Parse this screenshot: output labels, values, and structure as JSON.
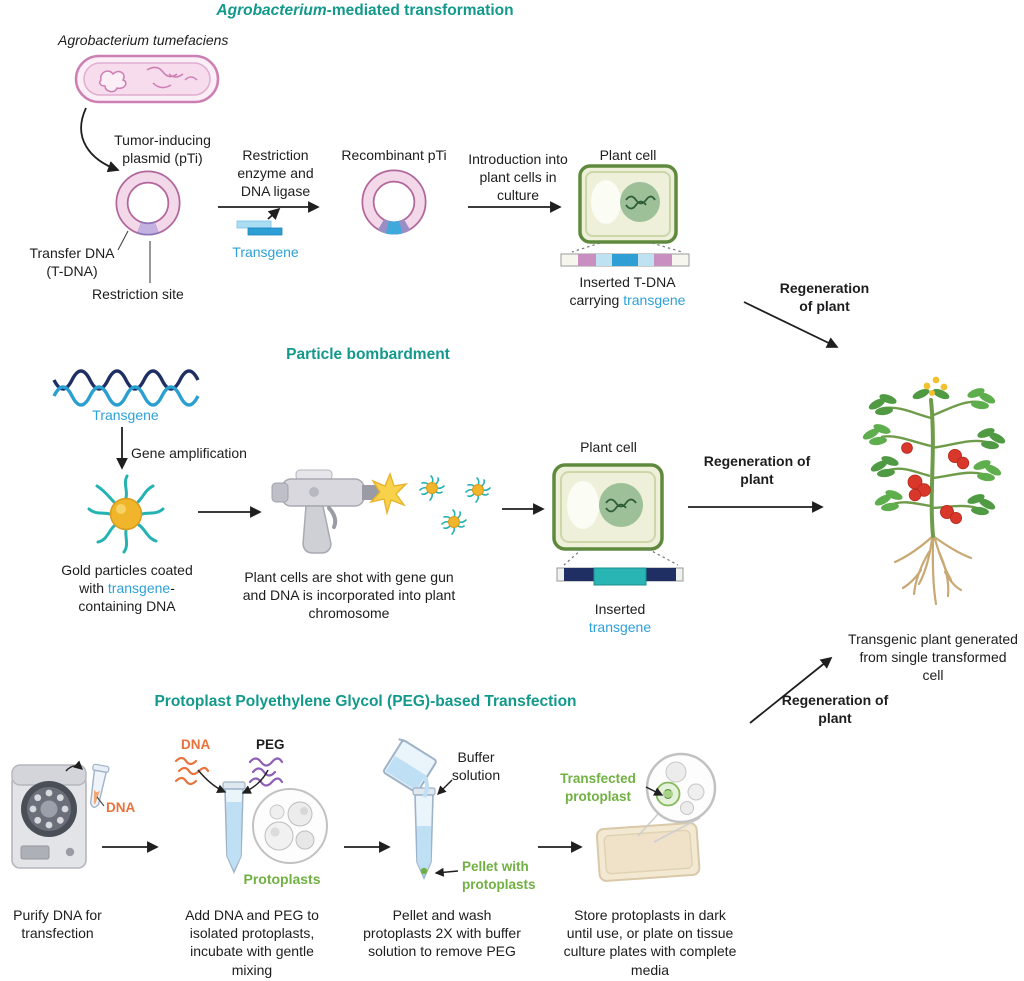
{
  "colors": {
    "heading_teal": "#13998c",
    "transgene_blue": "#2da0d8",
    "dna_orange": "#e8733c",
    "protoplast_green": "#71b043",
    "plasmid_pink": "#c976ab",
    "cell_border_green": "#5f8a3d",
    "gold": "#f0b52b",
    "navy": "#1f2f63",
    "teal_particle": "#25b2b2"
  },
  "s1": {
    "title_italic": "Agrobacterium",
    "title_rest": "-mediated transformation",
    "bacterium_label": "Agrobacterium tumefaciens",
    "plasmid_label": "Tumor-inducing plasmid (pTi)",
    "tdna_label": "Transfer DNA (T-DNA)",
    "restriction_label": "Restriction site",
    "step1_label": "Restriction enzyme and DNA ligase",
    "transgene_label": "Transgene",
    "recombinant_label": "Recombinant pTi",
    "step2_label": "Introduction into plant cells in culture",
    "plant_cell_label": "Plant cell",
    "inserted_line1": "Inserted T-DNA",
    "inserted_line2_prefix": "carrying ",
    "inserted_line2_transgene": "transgene",
    "regeneration_label": "Regeneration of plant"
  },
  "s2": {
    "title": "Particle bombardment",
    "transgene_label": "Transgene",
    "amplification_label": "Gene amplification",
    "gold_line1": "Gold particles coated",
    "gold_line2_prefix": "with ",
    "gold_line2_transgene": "transgene",
    "gold_line2_suffix": "-",
    "gold_line3": "containing DNA",
    "gun_caption": "Plant cells are shot with gene gun and DNA is incorporated into plant chromosome",
    "plant_cell_label": "Plant cell",
    "inserted_line1": "Inserted",
    "inserted_line2": "transgene",
    "regeneration_label": "Regeneration of plant"
  },
  "plant": {
    "caption": "Transgenic plant generated from single transformed cell"
  },
  "s3": {
    "title": "Protoplast Polyethylene Glycol (PEG)-based Transfection",
    "tube_dna_label": "DNA",
    "dna_label": "DNA",
    "peg_label": "PEG",
    "protoplasts_label": "Protoplasts",
    "buffer_label": "Buffer solution",
    "pellet_label": "Pellet with protoplasts",
    "transfected_label": "Transfected protoplast",
    "caption1": "Purify DNA for transfection",
    "caption2": "Add DNA and PEG to isolated protoplasts, incubate with gentle mixing",
    "caption3": "Pellet and wash protoplasts 2X with buffer solution to remove PEG",
    "caption4": "Store protoplasts in dark until use, or plate on tissue culture plates with complete media",
    "regeneration_label": "Regeneration of plant"
  },
  "illustrations": [
    "bacterium-illustration",
    "pti-plasmid-icon",
    "transgene-fragment-icon",
    "recombinant-plasmid-icon",
    "plant-cell-illustration",
    "tdna-bar-icon",
    "dna-helix-icon",
    "gold-particle-icon",
    "gene-gun-illustration",
    "mini-gold-particle-icon",
    "transgene-bar-icon",
    "transgenic-plant-illustration",
    "centrifuge-illustration",
    "microtube-icon",
    "dna-squiggle-icon",
    "peg-squiggle-icon",
    "conical-tube-icon",
    "protoplast-circle-illustration",
    "beaker-illustration",
    "pellet-tube-icon",
    "culture-plate-illustration",
    "magnifier-protoplast-illustration"
  ]
}
